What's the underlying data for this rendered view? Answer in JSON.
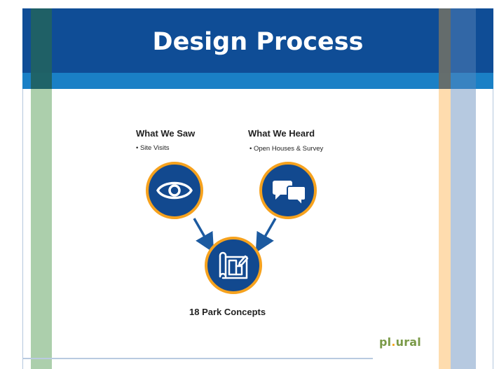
{
  "slide": {
    "title": "Design Process"
  },
  "sources": [
    {
      "heading": "What We Saw",
      "bullet": "• Site Visits",
      "icon": "eye-icon"
    },
    {
      "heading": "What We Heard",
      "bullet": "• Open Houses & Survey",
      "icon": "speech-bubbles-icon"
    }
  ],
  "result": {
    "label": "18 Park Concepts",
    "icon": "blueprint-icon"
  },
  "logo": {
    "text_part1": "pl",
    "dot": ".",
    "text_part2": "ural"
  },
  "colors": {
    "header": "#0f4d96",
    "subheader": "#1a80c6",
    "circle_fill": "#12498f",
    "circle_ring": "#f6a21e",
    "arrow": "#1c5aa0",
    "logo_green": "#7a9a48"
  }
}
